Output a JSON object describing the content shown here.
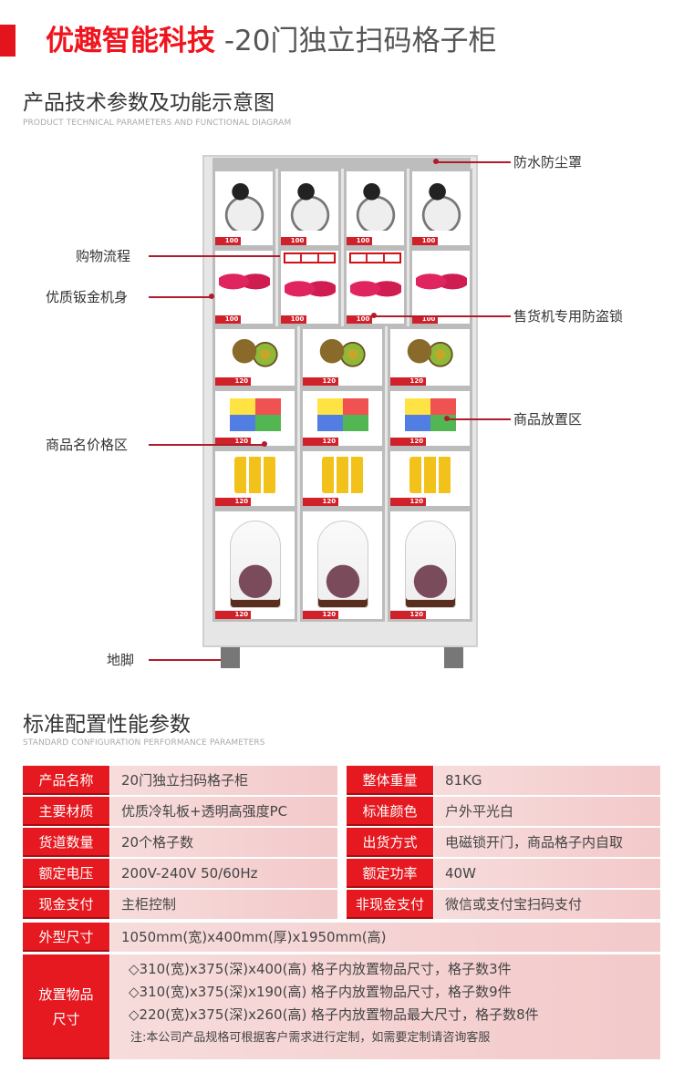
{
  "header": {
    "brand": "优趣智能科技",
    "title_rest": " -20门独立扫码格子柜"
  },
  "section1": {
    "title": "产品技术参数及功能示意图",
    "subtitle": "PRODUCT TECHNICAL PARAMETERS AND FUNCTIONAL DIAGRAM"
  },
  "diagram": {
    "callouts": {
      "dust_cover": "防水防尘罩",
      "shopping_flow": "购物流程",
      "sheet_metal": "优质钣金机身",
      "anti_theft_lock": "售货机专用防盗锁",
      "product_area": "商品放置区",
      "price_area": "商品名价格区",
      "feet": "地脚"
    },
    "prices": {
      "row1": "100",
      "row2": "100",
      "row3": "120",
      "row4": "120",
      "row5": "120",
      "row6": "120"
    }
  },
  "section2": {
    "title": "标准配置性能参数",
    "subtitle": "STANDARD CONFIGURATION PERFORMANCE PARAMETERS"
  },
  "specs": {
    "rows": [
      {
        "l1": "产品名称",
        "v1": "20门独立扫码格子柜",
        "l2": "整体重量",
        "v2": "81KG"
      },
      {
        "l1": "主要材质",
        "v1": "优质冷轧板+透明高强度PC",
        "l2": "标准颜色",
        "v2": "户外平光白"
      },
      {
        "l1": "货道数量",
        "v1": "20个格子数",
        "l2": "出货方式",
        "v2": "电磁锁开门，商品格子内自取"
      },
      {
        "l1": "额定电压",
        "v1": "200V-240V 50/60Hz",
        "l2": "额定功率",
        "v2": "40W"
      },
      {
        "l1": "现金支付",
        "v1": "主柜控制",
        "l2": "非现金支付",
        "v2": "微信或支付宝扫码支付"
      }
    ],
    "size": {
      "label": "外型尺寸",
      "value": "1050mm(宽)x400mm(厚)x1950mm(高)"
    },
    "item_size": {
      "label_line1": "放置物品",
      "label_line2": "尺寸",
      "lines": [
        "◇310(宽)x375(深)x400(高) 格子内放置物品尺寸，格子数3件",
        "◇310(宽)x375(深)x190(高) 格子内放置物品尺寸，格子数9件",
        "◇220(宽)x375(深)x260(高)  格子内放置物品最大尺寸，格子数8件"
      ],
      "note": "注:本公司产品规格可根据客户需求进行定制，如需要定制请咨询客服"
    }
  },
  "colors": {
    "brand_red": "#e3141b",
    "label_red": "#e5191f",
    "value_pink": "#f5d3d4"
  }
}
